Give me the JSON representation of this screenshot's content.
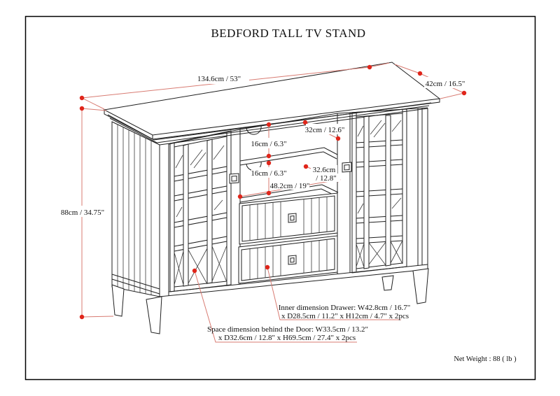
{
  "title": "BEDFORD TALL TV STAND",
  "net_weight": "Net Weight : 88 ( lb )",
  "dimensions": {
    "overall_width": "134.6cm / 53\"",
    "overall_depth": "42cm / 16.5\"",
    "overall_height": "88cm / 34.75\"",
    "top_shelf_depth": "32cm / 12.6\"",
    "shelf_gap_top": "16cm / 6.3\"",
    "shelf_gap_bottom": "16cm / 6.3\"",
    "mid_shelf_depth_line1": "32.6cm",
    "mid_shelf_depth_line2": "/ 12.8\"",
    "opening_width": "48.2cm / 19\""
  },
  "annotations": {
    "drawer_line1": "Inner dimension Drawer: W42.8cm / 16.7\"",
    "drawer_line2": "x D28.5cm / 11.2\" x H12cm / 4.7\" x 2pcs",
    "door_line1": "Space dimension behind the Door: W33.5cm / 13.2\"",
    "door_line2": "x D32.6cm / 12.8\" x H69.5cm / 27.4\" x 2pcs"
  },
  "colors": {
    "dimension_line": "#d87b72",
    "dimension_dot": "#e0251a",
    "drawing_line": "#1f1f1f"
  }
}
